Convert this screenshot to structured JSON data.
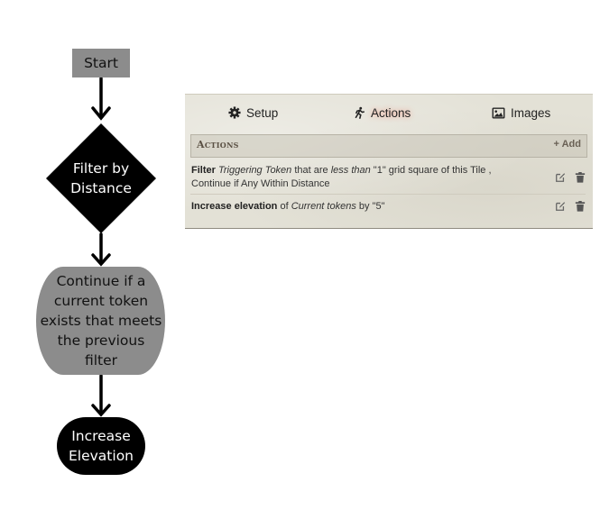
{
  "flowchart": {
    "start": "Start",
    "filter": [
      "Filter by",
      "Distance"
    ],
    "continue": [
      "Continue if a",
      "current token",
      "exists that meets",
      "the previous",
      "filter"
    ],
    "end": [
      "Increase",
      "Elevation"
    ]
  },
  "panel": {
    "tabs": {
      "setup": "Setup",
      "actions": "Actions",
      "images": "Images"
    },
    "actions_header": "Actions",
    "add_label": "+ Add",
    "rows": [
      {
        "strong": "Filter",
        "t1": " ",
        "em1": "Triggering Token",
        "t2": " that are ",
        "em2": "less than",
        "t3": " \"1\" grid square of this Tile ,",
        "line2": "Continue if Any Within Distance"
      },
      {
        "strong": "Increase elevation",
        "t1": " of ",
        "em1": "Current tokens",
        "t2": " by \"5\""
      }
    ]
  },
  "icons": {
    "setup": "gear-icon",
    "actions": "running-figure-icon",
    "images": "image-icon",
    "edit": "edit-icon",
    "delete": "trash-icon"
  }
}
